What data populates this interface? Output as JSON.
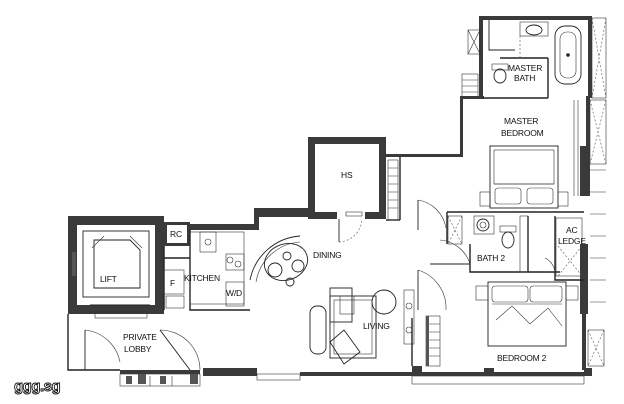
{
  "plan": {
    "rooms": {
      "master_bath_line1": "MASTER",
      "master_bath_line2": "BATH",
      "master_bedroom_line1": "MASTER",
      "master_bedroom_line2": "BEDROOM",
      "hs": "HS",
      "rc": "RC",
      "dining": "DINING",
      "kitchen": "KITCHEN",
      "f": "F",
      "wd": "W/D",
      "lift": "LIFT",
      "bath2": "BATH 2",
      "ac_ledge_line1": "AC",
      "ac_ledge_line2": "LEDGE",
      "living": "LIVING",
      "private_lobby_line1": "PRIVATE",
      "private_lobby_line2": "LOBBY",
      "bedroom2": "BEDROOM 2"
    },
    "watermark": "ggg.sg"
  }
}
